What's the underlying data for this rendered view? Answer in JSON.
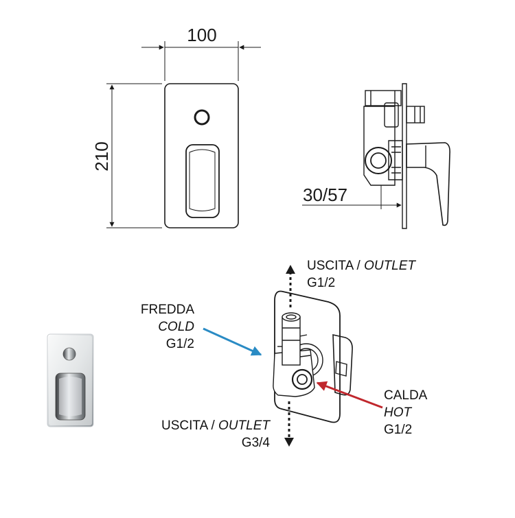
{
  "dimensions": {
    "width": "100",
    "height": "210",
    "depth": "30/57"
  },
  "labels": {
    "outlet_top": {
      "word": "USCITA / ",
      "translation": "OUTLET",
      "size": "G1/2"
    },
    "outlet_bottom": {
      "word": "USCITA / ",
      "translation": "OUTLET",
      "size": "G3/4"
    },
    "cold": {
      "word": "FREDDA",
      "translation": "COLD",
      "size": "G1/2"
    },
    "hot": {
      "word": "CALDA",
      "translation": "HOT",
      "size": "G1/2"
    }
  },
  "colors": {
    "cold": "#2a8bc4",
    "hot": "#c0272d",
    "line": "#1a1a1a"
  }
}
